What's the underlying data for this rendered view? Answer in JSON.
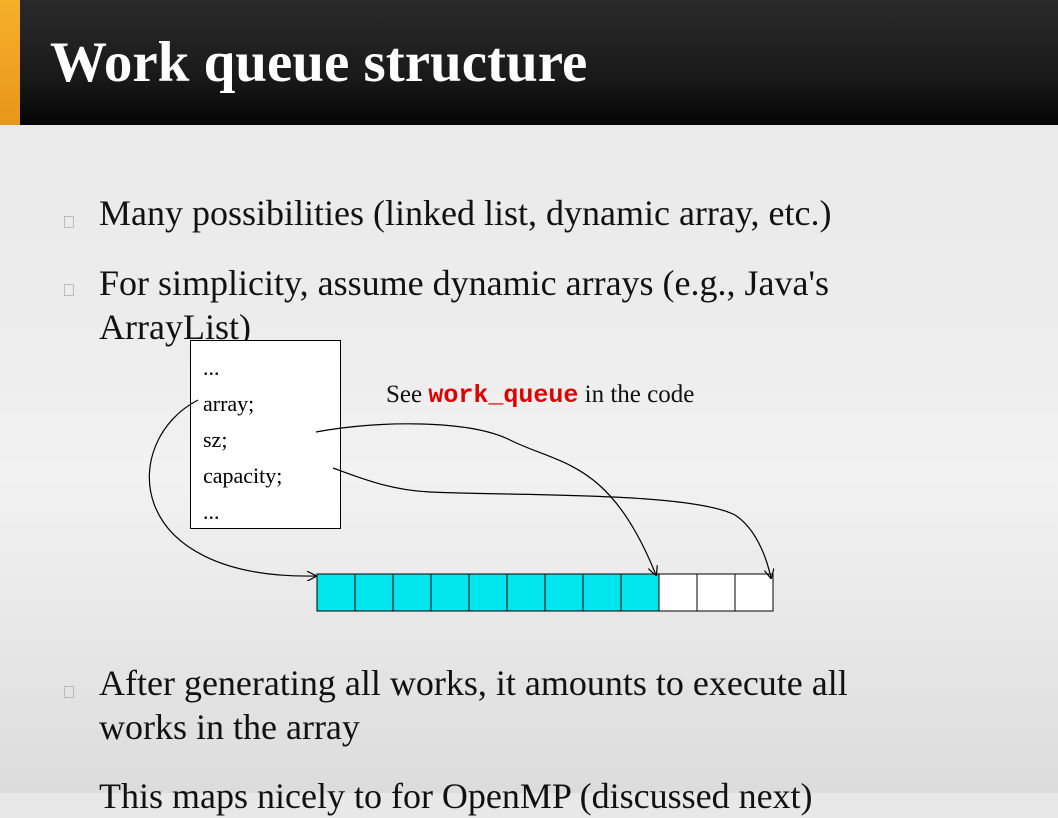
{
  "slide": {
    "title": "Work queue structure",
    "bullets": [
      {
        "lines": [
          "Many possibilities (linked list, dynamic array, etc.)"
        ]
      },
      {
        "lines": [
          "For simplicity, assume dynamic arrays (e.g., Java's",
          "ArrayList)"
        ]
      },
      {
        "lines": [
          "After generating all works, it amounts to execute all",
          "works in the array"
        ]
      },
      {
        "lines": [
          "This maps nicely to for OpenMP (discussed next)"
        ]
      }
    ],
    "struct_fields": [
      "...",
      "array;",
      "sz;",
      "capacity;",
      "..."
    ],
    "note": {
      "prefix": "See",
      "code": "work_queue",
      "suffix": "in the code"
    },
    "array_cells": {
      "total": 12,
      "filled": 9
    },
    "colors": {
      "filled_cell": "#00e5ee",
      "empty_cell": "#ffffff",
      "header_bg": "#1a1a1a",
      "accent": "#f0a020",
      "code_text": "#e00000"
    }
  }
}
